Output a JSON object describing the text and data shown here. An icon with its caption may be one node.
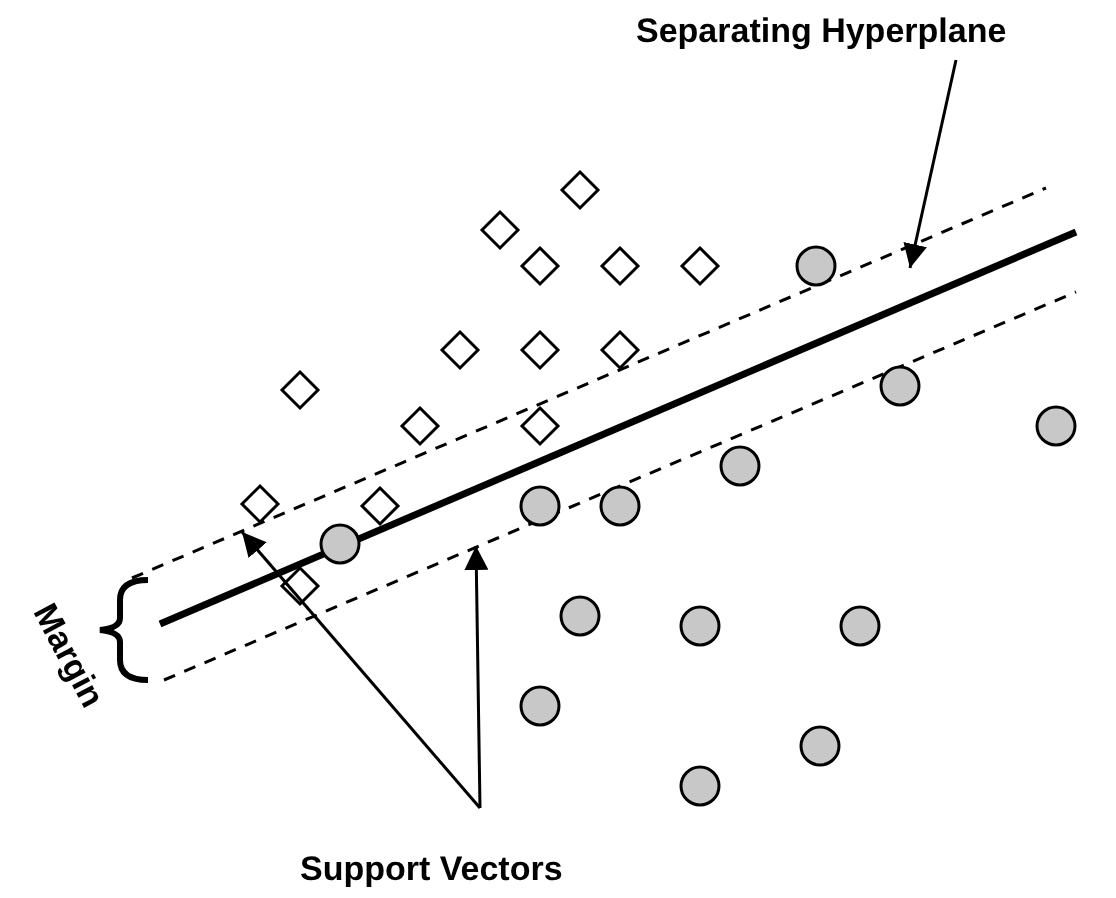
{
  "diagram": {
    "nodes": [
      {
        "text": [
          "Separating Hyperplane"
        ]
      },
      {
        "text": [],
        "shape": "line"
      },
      {
        "text": [
          "Support Vectors"
        ]
      },
      {
        "text": [],
        "shape": "line"
      },
      {
        "text": [],
        "shape": "line"
      }
    ],
    "edges": [
      {
        "from": 0,
        "to": 1,
        "arrow": "to"
      },
      {
        "from": 2,
        "to": 3,
        "arrow": "to"
      },
      {
        "from": 2,
        "to": 4,
        "arrow": "to"
      }
    ],
    "labels": [
      "Margin"
    ]
  }
}
